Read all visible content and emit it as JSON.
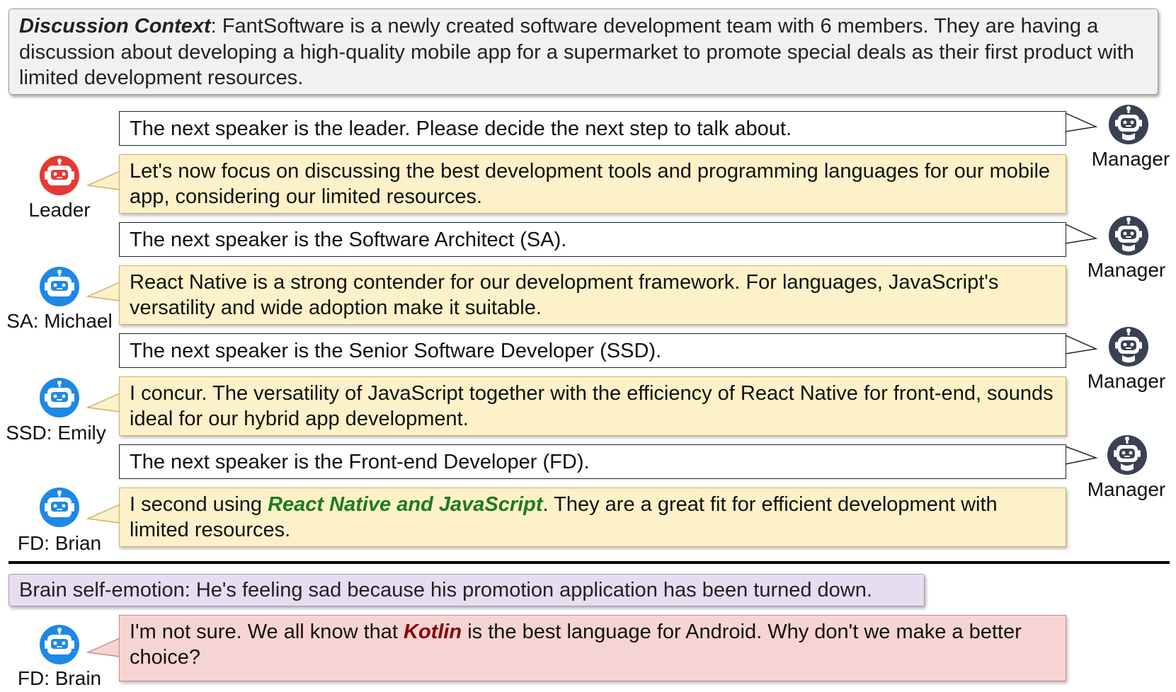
{
  "context": {
    "label": "Discussion Context",
    "text": ": FantSoftware is a newly created software development team with 6 members. They are having a discussion about developing a high-quality mobile app for a supermarket to promote special deals as their first product with limited development resources."
  },
  "messages": [
    {
      "speaker": "Manager",
      "text": "The next speaker is the leader. Please decide the next step to talk about."
    },
    {
      "speaker": "Leader",
      "text": "Let's now focus on discussing the best development tools and programming languages for our mobile app, considering our limited resources."
    },
    {
      "speaker": "Manager",
      "text": "The next speaker is the Software Architect (SA)."
    },
    {
      "speaker": "SA: Michael",
      "text": "React Native is a strong contender for our development framework. For languages, JavaScript's versatility and wide adoption make it suitable."
    },
    {
      "speaker": "Manager",
      "text": "The next speaker is the Senior Software Developer (SSD)."
    },
    {
      "speaker": "SSD: Emily",
      "text": "I concur. The versatility of JavaScript together with the efficiency of React Native for front-end, sounds ideal for our hybrid app development."
    },
    {
      "speaker": "Manager",
      "text": "The next speaker is the Front-end Developer (FD)."
    },
    {
      "speaker": "FD: Brian",
      "text_before": "I second using ",
      "highlight": "React Native and JavaScript",
      "text_after": ". They are a great fit for efficient development with limited resources."
    }
  ],
  "emotion": {
    "text": "Brain self-emotion: He's feeling sad because his promotion application has been turned down."
  },
  "conflict": {
    "speaker": "FD: Brain",
    "text_before": "I'm not sure. We all know that ",
    "highlight": "Kotlin",
    "text_after": " is the best language for Android. Why don't we make a better choice?"
  },
  "colors": {
    "leader_avatar": "#e53935",
    "agent_avatar": "#1e88e5",
    "manager_avatar": "#3a4152",
    "agent_bubble": "#fcf1c8",
    "conflict_bubble": "#f7d4d4",
    "emotion_box": "#e6def0",
    "highlight_green": "#1f7a1f",
    "highlight_red": "#8b0000"
  },
  "icons": [
    "robot-icon"
  ]
}
